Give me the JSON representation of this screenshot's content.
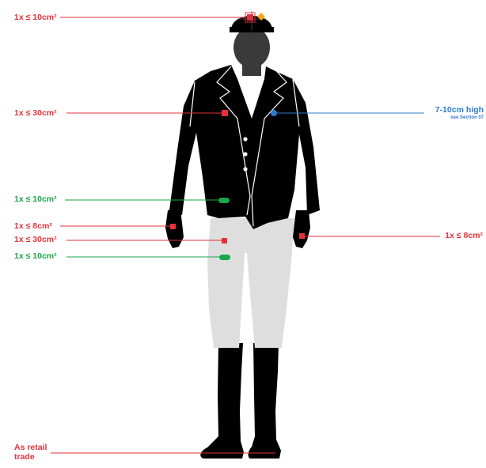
{
  "colors": {
    "red": "#e5323a",
    "green": "#1aa64a",
    "blue": "#2f7bd0",
    "orange": "#f5a623",
    "black": "#000000",
    "grey": "#dedede"
  },
  "labels": {
    "helmet": "1x ≤ 10cm²",
    "chest": "1x ≤ 30cm²",
    "waist": "1x ≤ 10cm²",
    "left_glove": "1x ≤ 8cm²",
    "thigh": "1x ≤ 30cm²",
    "knee": "1x ≤ 10cm²",
    "right_glove": "1x ≤ 8cm²",
    "national_emblem": "7-10cm high",
    "national_emblem_note": "see Section 07",
    "boots_line1": "As retail",
    "boots_line2": "trade"
  }
}
